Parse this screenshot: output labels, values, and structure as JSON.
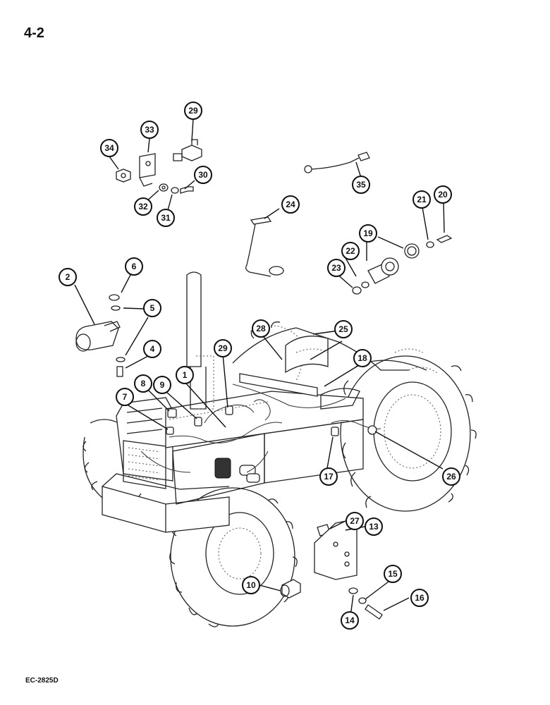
{
  "page": {
    "number": "4-2",
    "code": "EC-2825D"
  },
  "callouts": [
    {
      "id": "c1",
      "label": "1"
    },
    {
      "id": "c2",
      "label": "2"
    },
    {
      "id": "c4",
      "label": "4"
    },
    {
      "id": "c5",
      "label": "5"
    },
    {
      "id": "c6",
      "label": "6"
    },
    {
      "id": "c7",
      "label": "7"
    },
    {
      "id": "c8",
      "label": "8"
    },
    {
      "id": "c9",
      "label": "9"
    },
    {
      "id": "c10",
      "label": "10"
    },
    {
      "id": "c13",
      "label": "13"
    },
    {
      "id": "c14",
      "label": "14"
    },
    {
      "id": "c15",
      "label": "15"
    },
    {
      "id": "c16",
      "label": "16"
    },
    {
      "id": "c17",
      "label": "17"
    },
    {
      "id": "c18",
      "label": "18"
    },
    {
      "id": "c19",
      "label": "19"
    },
    {
      "id": "c20",
      "label": "20"
    },
    {
      "id": "c21",
      "label": "21"
    },
    {
      "id": "c22",
      "label": "22"
    },
    {
      "id": "c23",
      "label": "23"
    },
    {
      "id": "c24",
      "label": "24"
    },
    {
      "id": "c25",
      "label": "25"
    },
    {
      "id": "c26",
      "label": "26"
    },
    {
      "id": "c27",
      "label": "27"
    },
    {
      "id": "c28",
      "label": "28"
    },
    {
      "id": "c29a",
      "label": "29"
    },
    {
      "id": "c29b",
      "label": "29"
    },
    {
      "id": "c30",
      "label": "30"
    },
    {
      "id": "c31",
      "label": "31"
    },
    {
      "id": "c32",
      "label": "32"
    },
    {
      "id": "c33",
      "label": "33"
    },
    {
      "id": "c34",
      "label": "34"
    },
    {
      "id": "c35",
      "label": "35"
    }
  ]
}
